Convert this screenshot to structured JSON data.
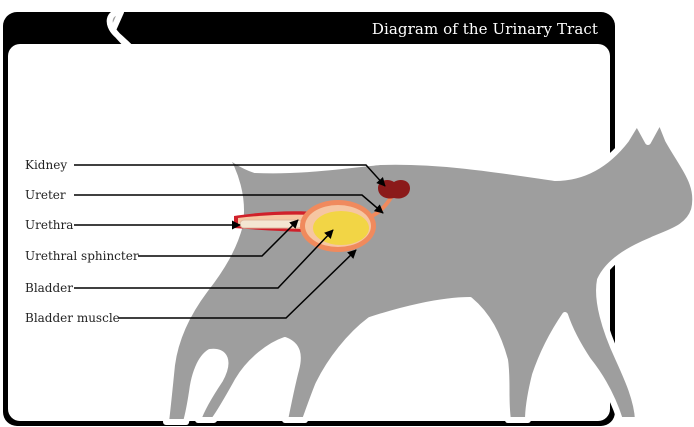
{
  "title": "Diagram of the Urinary Tract",
  "labels": {
    "kidney": "Kidney",
    "ureter": "Ureter",
    "urethra": "Urethra",
    "urethral_sphincter": "Urethral sphincter",
    "bladder": "Bladder",
    "bladder_muscle": "Bladder muscle"
  },
  "colors": {
    "frame": "#000000",
    "cat_silhouette": "#9e9e9e",
    "kidney": "#8b1a1a",
    "bladder_fill": "#f2d545",
    "bladder_wall": "#f08a5d",
    "urethra_wall": "#d0202a",
    "leader_line": "#000000"
  }
}
